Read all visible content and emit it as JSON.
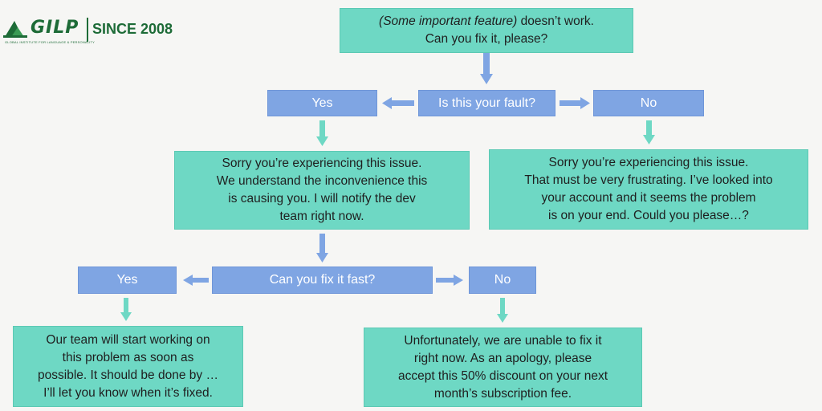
{
  "logo": {
    "name": "GILP",
    "tagline": "GLOBAL INSTITUTE FOR LANGUAGE & PERSONALITY",
    "since": "SINCE 2008"
  },
  "flowchart": {
    "question_italic": "(Some important feature)",
    "question_rest": " doesn’t work.",
    "question_line2": "Can you fix it, please?",
    "fault_question": "Is this your fault?",
    "fault_yes": "Yes",
    "fault_no": "No",
    "sorry_yes": "Sorry you’re experiencing this issue.\nWe understand the inconvenience this\nis causing you. I will notify the dev\nteam right now.",
    "sorry_no": "Sorry you’re experiencing this issue.\nThat must be very frustrating. I’ve looked into\nyour account and it seems the problem\nis on your end. Could you please…?",
    "fast_question": "Can you fix it fast?",
    "fast_yes": "Yes",
    "fast_no": "No",
    "team_working": "Our team will start working on\nthis problem as soon as\npossible. It should be done by …\nI’ll let you know when it’s fixed.",
    "unfortunately": "Unfortunately, we are unable to fix it\nright now. As an apology, please\naccept this 50% discount on your next\nmonth’s subscription fee."
  },
  "colors": {
    "green_box": "#6ed8c4",
    "blue_box": "#7fa5e3",
    "logo_green": "#1d6b37",
    "arrow_blue": "#7fa5e3",
    "arrow_green": "#6ed8c4"
  }
}
